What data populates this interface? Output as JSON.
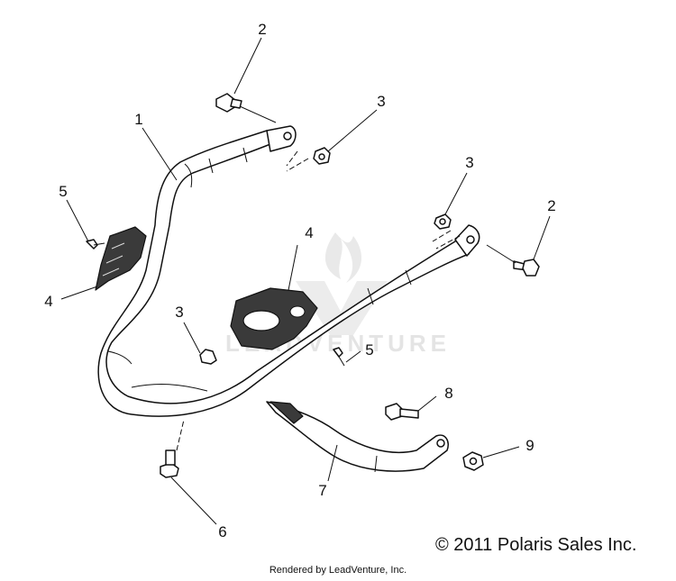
{
  "watermark": "LEADVENTURE",
  "copyright": "© 2011 Polaris Sales Inc.",
  "rendered_by": "Rendered by LeadVenture, Inc.",
  "callouts": [
    "1",
    "2",
    "3",
    "3",
    "2",
    "5",
    "4",
    "4",
    "3",
    "5",
    "8",
    "9",
    "7",
    "6"
  ]
}
